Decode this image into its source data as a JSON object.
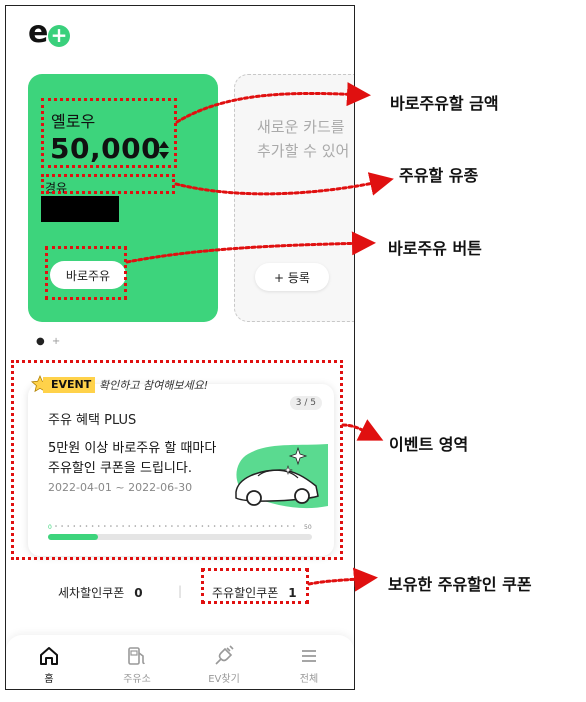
{
  "app": {
    "logo_text": "e",
    "logo_plus": "+",
    "accent": "#3dd47c",
    "annotation_color": "#e01010"
  },
  "card": {
    "name": "옐로우",
    "amount": "50,000",
    "fuel_type": "경유",
    "pay_button": "바로주유"
  },
  "new_card": {
    "text": "새로운 카드를\n추가할 수 있어",
    "register_button": "+ 등록"
  },
  "carousel": {
    "active_dot": "●",
    "add_dot": "+"
  },
  "event": {
    "tag": "EVENT",
    "tag_caption": "확인하고 참여해보세요!",
    "page_indicator": "3 / 5",
    "title": "주유 혜택 PLUS",
    "desc_line1": "5만원 이상 바로주유 할 때마다",
    "desc_line2": "주유할인 쿠폰을 드립니다.",
    "period": "2022-04-01 ~ 2022-06-30",
    "scale_start": "0",
    "scale_end": "50",
    "progress": 0.19
  },
  "coupons": {
    "wash_label": "세차할인쿠폰",
    "wash_count": "0",
    "separator": "|",
    "fuel_label": "주유할인쿠폰",
    "fuel_count": "1"
  },
  "nav": {
    "items": [
      {
        "label": "홈",
        "icon": "home-icon"
      },
      {
        "label": "주유소",
        "icon": "fuel-station-icon"
      },
      {
        "label": "EV찾기",
        "icon": "ev-plug-icon"
      },
      {
        "label": "전체",
        "icon": "menu-icon"
      }
    ]
  },
  "annotations": {
    "amount": "바로주유할 금액",
    "fuel": "주유할 유종",
    "button": "바로주유 버튼",
    "event": "이벤트 영역",
    "coupon": "보유한 주유할인 쿠폰"
  }
}
